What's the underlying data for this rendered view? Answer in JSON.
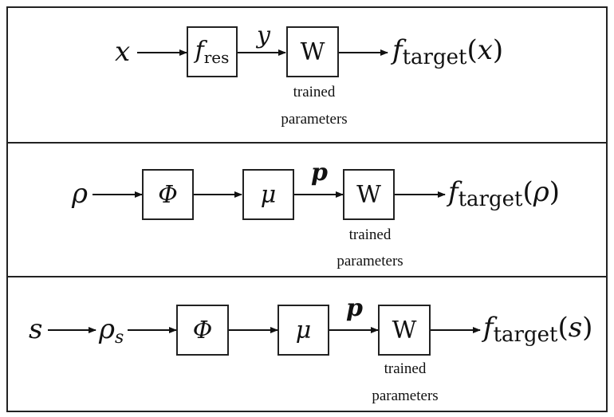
{
  "panels": [
    {
      "input": "x",
      "box1": {
        "base": "f",
        "sub": "res"
      },
      "edge_label": "y",
      "box_w": "W",
      "note_line1": "trained",
      "note_line2": "parameters",
      "output": {
        "f": "f",
        "sub": "target",
        "open": "(",
        "arg": "x",
        "close": ")"
      }
    },
    {
      "input": "ρ",
      "box_phi": "Φ",
      "box_mu": "μ",
      "edge_label": "p",
      "box_w": "W",
      "note_line1": "trained",
      "note_line2": "parameters",
      "output": {
        "f": "f",
        "sub": "target",
        "open": "(",
        "arg": "ρ",
        "close": ")"
      }
    },
    {
      "input": "s",
      "input2": {
        "base": "ρ",
        "sub": "s"
      },
      "box_phi": "Φ",
      "box_mu": "μ",
      "edge_label": "p",
      "box_w": "W",
      "note_line1": "trained",
      "note_line2": "parameters",
      "output": {
        "f": "f",
        "sub": "target",
        "open": "(",
        "arg": "s",
        "close": ")"
      }
    }
  ]
}
